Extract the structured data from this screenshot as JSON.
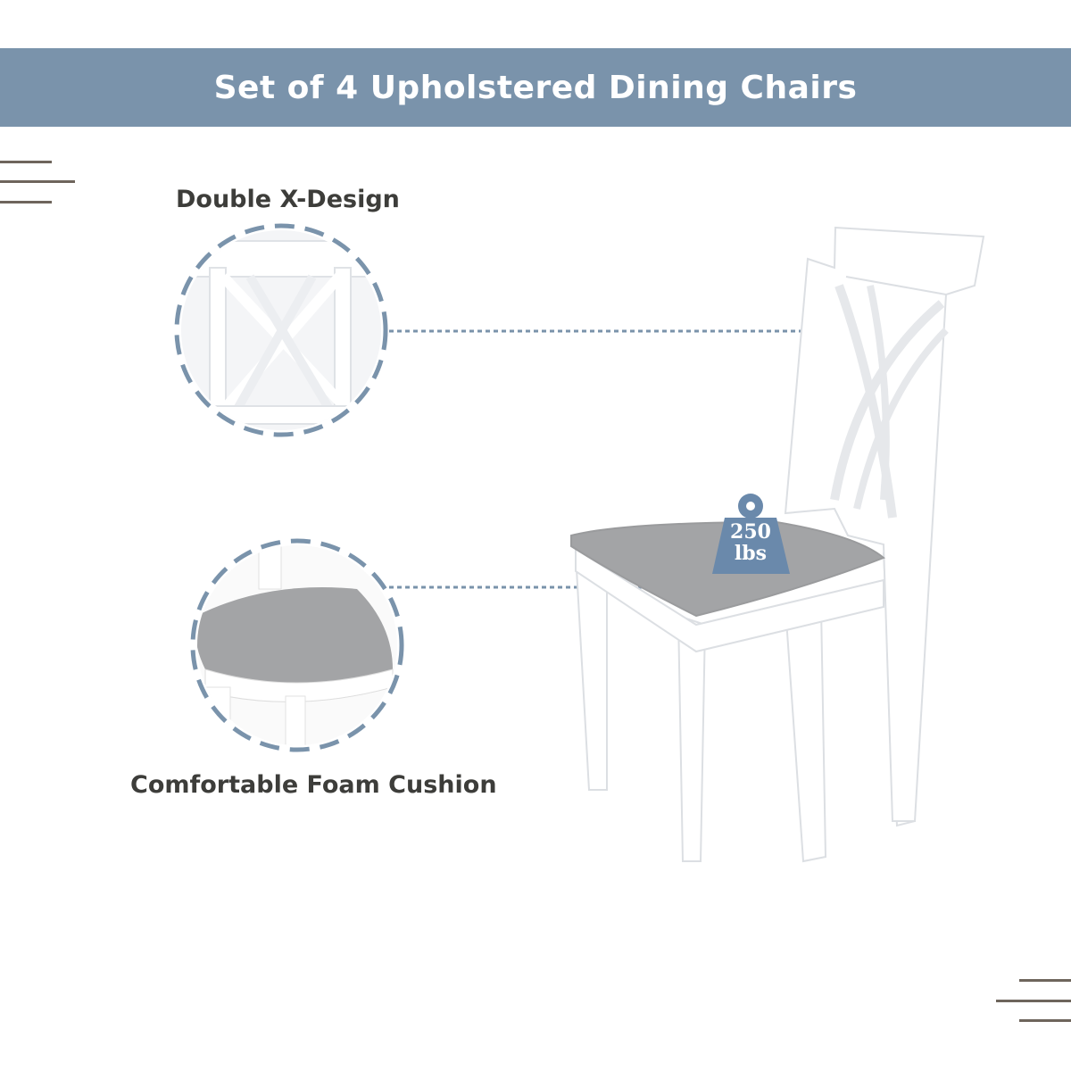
{
  "title": "Set of 4 Upholstered Dining Chairs",
  "features": [
    {
      "label": "Double X-Design",
      "icon": "x-back-detail"
    },
    {
      "label": "Comfortable Foam Cushion",
      "icon": "cushion-detail"
    }
  ],
  "weight_badge": {
    "value": "250",
    "unit": "lbs",
    "icon": "weight-icon"
  },
  "colors": {
    "accent": "#7a93ab",
    "text": "#3d3d3a",
    "deco_lines": "#6e655c",
    "cushion": "#a3a4a6"
  }
}
